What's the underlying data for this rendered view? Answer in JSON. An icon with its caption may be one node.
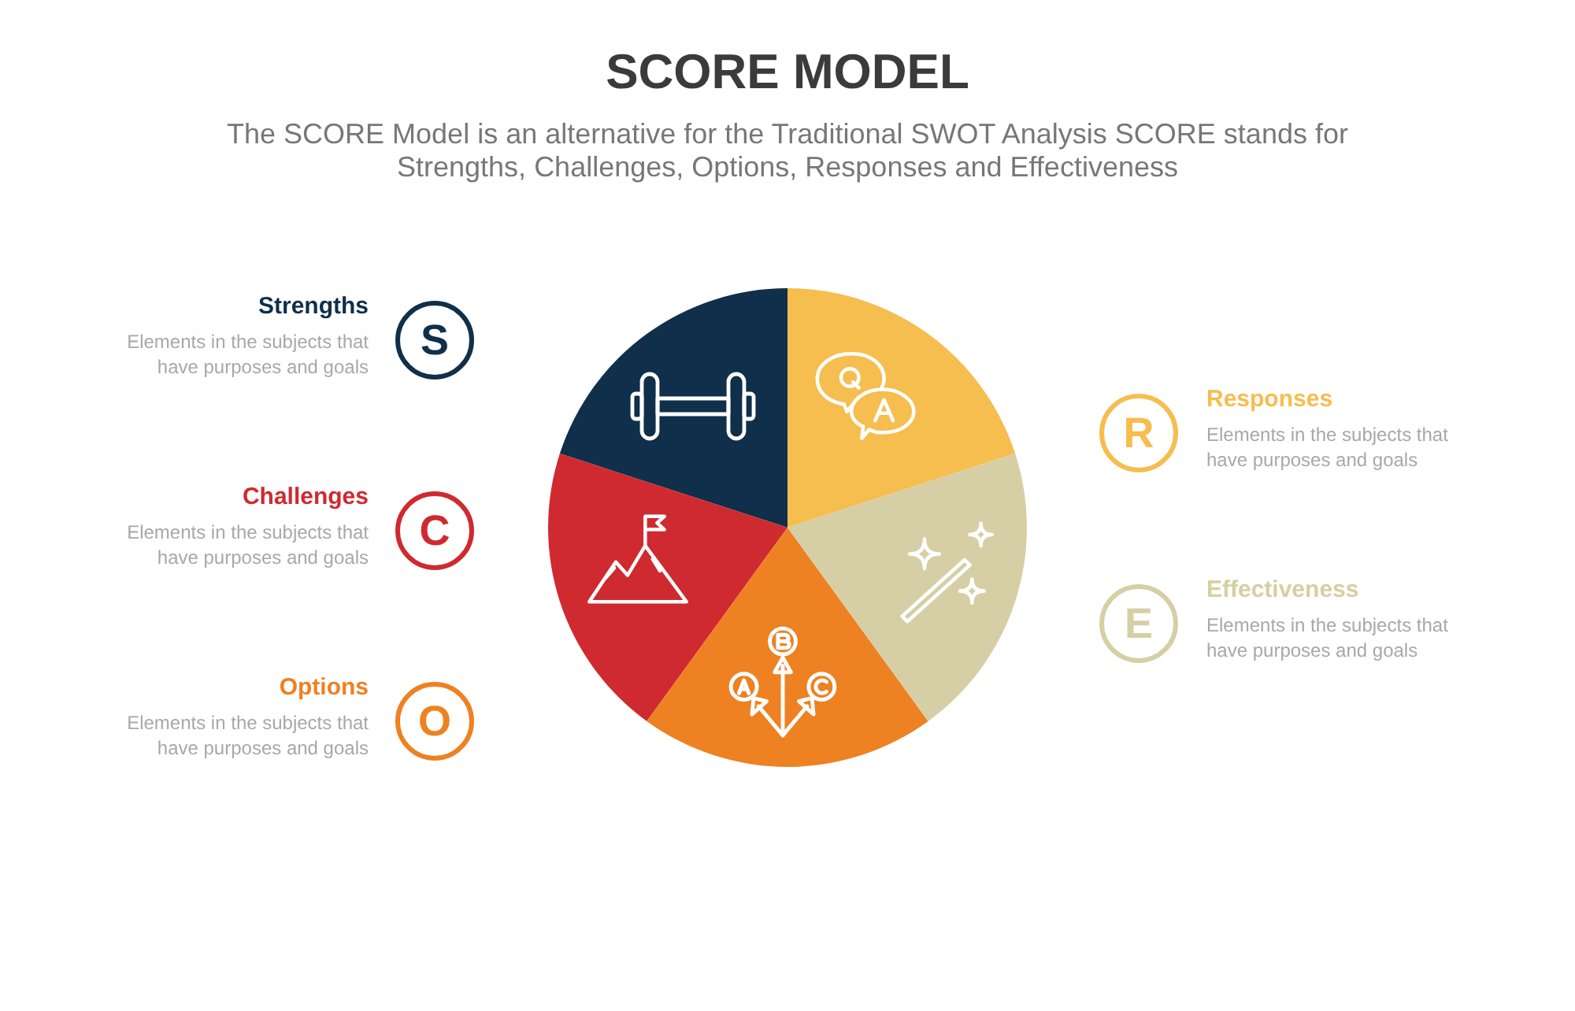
{
  "diagram": {
    "title": "SCORE MODEL",
    "nodes": [
      {
        "text": [
          "S"
        ],
        "beside": [
          "Strengths",
          "Elements in the subjects that have purposes and goals"
        ]
      },
      {
        "text": [
          "C"
        ],
        "beside": [
          "Challenges",
          "Elements in the subjects that have purposes and goals"
        ]
      },
      {
        "text": [
          "O"
        ],
        "beside": [
          "Options",
          "Elements in the subjects that have purposes and goals"
        ]
      },
      {
        "text": [
          "R"
        ],
        "beside": [
          "Responses",
          "Elements in the subjects that have purposes and goals"
        ]
      },
      {
        "text": [
          "E"
        ],
        "beside": [
          "Effectiveness",
          "Elements in the subjects that have purposes and goals"
        ]
      }
    ],
    "labels": [
      "The SCORE Model is an alternative for the Traditional SWOT Analysis SCORE stands for Strengths, Challenges, Options, Responses and Effectiveness"
    ]
  }
}
